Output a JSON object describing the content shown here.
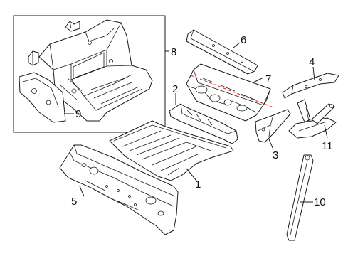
{
  "callouts": {
    "c1": "1",
    "c2": "2",
    "c3": "3",
    "c4": "4",
    "c5": "5",
    "c6": "6",
    "c7": "7",
    "c8": "8",
    "c9": "9",
    "c10": "10",
    "c11": "11"
  },
  "colors": {
    "line": "#1a1a1a",
    "seam_marker": "#d23a3a",
    "background": "#ffffff"
  }
}
